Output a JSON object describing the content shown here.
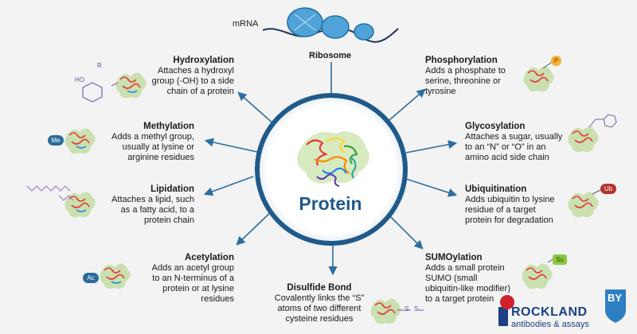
{
  "top": {
    "mrna_label": "mRNA",
    "ribosome_label": "Ribosome"
  },
  "center": {
    "label": "Protein"
  },
  "modifications": {
    "hydroxylation": {
      "title": "Hydroxylation",
      "desc": "Attaches a hydroxyl\ngroup (-OH)  to a side\nchain of a protein"
    },
    "methylation": {
      "title": "Methylation",
      "desc": "Adds a methyl group,\nusually at lysine or\narginine residues"
    },
    "lipidation": {
      "title": "Lipidation",
      "desc": "Attaches a lipid, such\nas a fatty acid, to a\nprotein chain"
    },
    "acetylation": {
      "title": "Acetylation",
      "desc": "Adds an acetyl group\nto an N-terminus of a\nprotein or at lysine\nresidues"
    },
    "disulfide": {
      "title": "Disulfide Bond",
      "desc": "Covalently links the “S”\natoms of two different\ncysteine residues"
    },
    "phosphorylation": {
      "title": "Phosphorylation",
      "desc": "Adds a phosphate to\nserine, threonine or\ntyrosine"
    },
    "glycosylation": {
      "title": "Glycosylation",
      "desc": "Attaches a sugar, usually\nto an “N” or “O” in an\namino acid side chain"
    },
    "ubiquitination": {
      "title": "Ubiquitination",
      "desc": "Adds ubiquitin to lysine\nresidue of a target\nprotein for degradation"
    },
    "sumoylation": {
      "title": "SUMOylation",
      "desc": "Adds a small protein\nSUMO (small\nubiquitin-like modifier)\nto a target protein"
    }
  },
  "tags": {
    "me": "Me",
    "ac": "Ac",
    "p": "P",
    "ub": "Ub",
    "su": "Su",
    "oh": "HO",
    "r": "R",
    "s1": "S",
    "s2": "S"
  },
  "logo": {
    "name": "ROCKLAND",
    "tagline": "antibodies & assays",
    "badge": "BY"
  },
  "colors": {
    "arrow": "#2e6da0",
    "ring": "#1f5a8a",
    "protein_label": "#1f5a8a",
    "logo_red": "#d0202a",
    "logo_blue": "#1c3f86"
  }
}
